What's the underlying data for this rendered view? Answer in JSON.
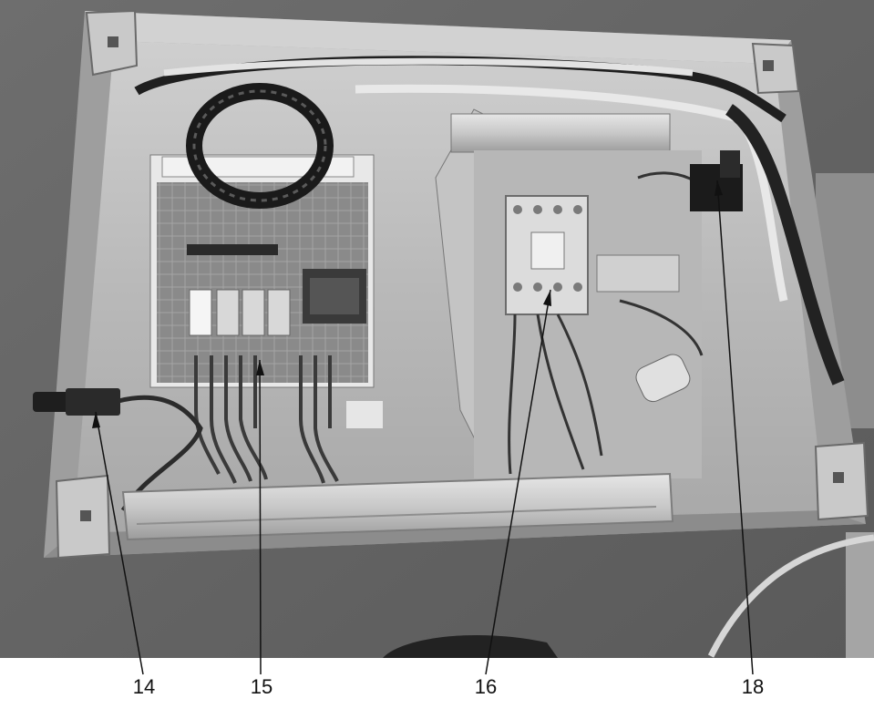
{
  "figure": {
    "callouts": [
      {
        "id": "c14",
        "label": "14"
      },
      {
        "id": "c15",
        "label": "15"
      },
      {
        "id": "c16",
        "label": "16"
      },
      {
        "id": "c18",
        "label": "18"
      }
    ]
  }
}
